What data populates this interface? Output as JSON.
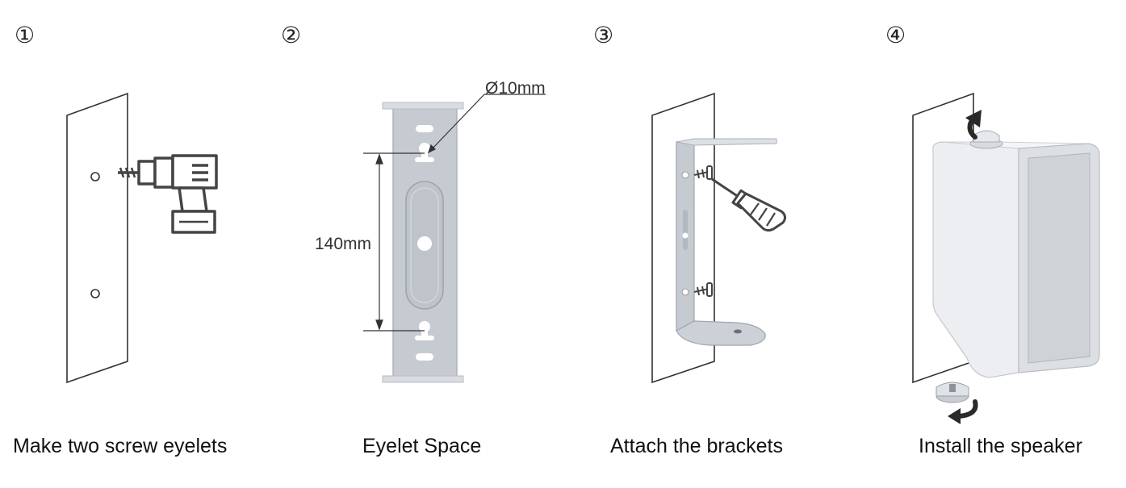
{
  "steps": [
    {
      "number": "①",
      "caption": "Make two screw eyelets"
    },
    {
      "number": "②",
      "caption": "Eyelet Space"
    },
    {
      "number": "③",
      "caption": "Attach the brackets"
    },
    {
      "number": "④",
      "caption": "Install the speaker"
    }
  ],
  "dimensions": {
    "hole_diameter": "Ø10mm",
    "eyelet_spacing": "140mm"
  },
  "colors": {
    "line": "#333333",
    "bracket": "#c4c9d0",
    "bracket_shade": "#a9afb8",
    "speaker_body": "#e9ebee",
    "speaker_grille": "#d3d6da"
  }
}
